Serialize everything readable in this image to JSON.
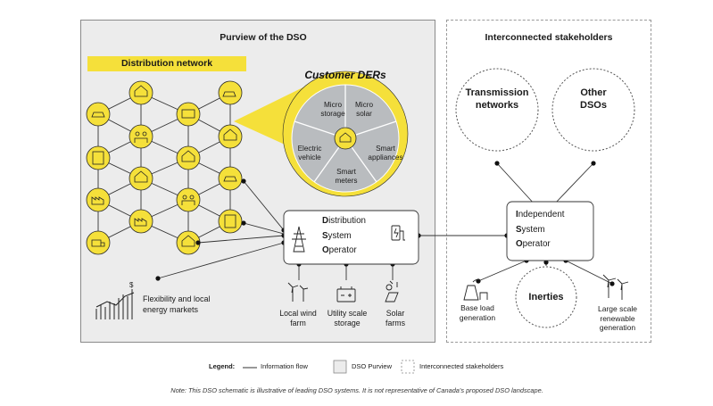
{
  "purview": {
    "title": "Purview of the DSO",
    "network_title": "Distribution network"
  },
  "customer_ders": {
    "title": "Customer DERs",
    "segments": [
      "Micro storage",
      "Micro solar",
      "Smart appliances",
      "Smart meters",
      "Electric vehicle"
    ]
  },
  "dso_box": {
    "line1_initial": "D",
    "line1_rest": "istribution",
    "line2_initial": "S",
    "line2_rest": "ystem",
    "line3_initial": "O",
    "line3_rest": "perator"
  },
  "iso_box": {
    "line1_initial": "I",
    "line1_rest": "ndependent",
    "line2_initial": "S",
    "line2_rest": "ystem",
    "line3_initial": "O",
    "line3_rest": "perator"
  },
  "interconnected": {
    "title": "Interconnected stakeholders",
    "transmission": [
      "Transmission",
      "networks"
    ],
    "other_dsos": [
      "Other",
      "DSOs"
    ],
    "inerties": "Inerties",
    "base_load": [
      "Base load",
      "generation"
    ],
    "large_scale": [
      "Large scale",
      "renewable",
      "generation"
    ]
  },
  "assets": {
    "flexibility": [
      "Flexibility and local",
      "energy markets"
    ],
    "wind": [
      "Local wind",
      "farm"
    ],
    "storage": [
      "Utility scale",
      "storage"
    ],
    "solar": [
      "Solar",
      "farms"
    ]
  },
  "legend": {
    "label": "Legend:",
    "info_flow": "Information flow",
    "dso_purview": "DSO Purview",
    "interconnected": "Interconnected stakeholders"
  },
  "note": "Note: This DSO schematic is illustrative of leading DSO systems. It is not representative of Canada's proposed DSO landscape.",
  "colors": {
    "yellow": "#f5e03a",
    "grey_bg": "#ececec",
    "der_segment": "#b9bcbf",
    "line": "#333333"
  }
}
